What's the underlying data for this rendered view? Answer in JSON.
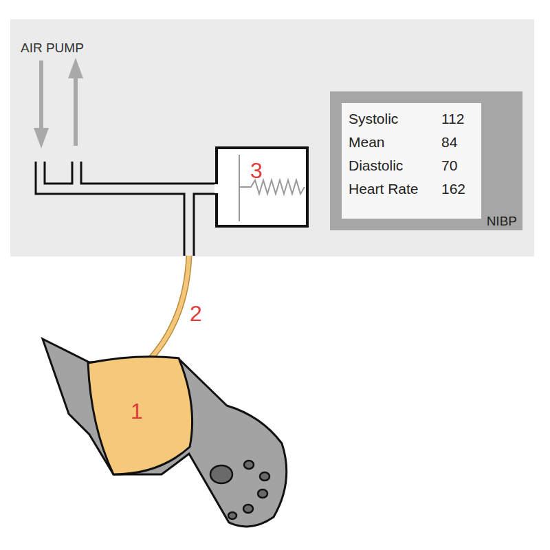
{
  "diagram": {
    "nodes": [
      {
        "text": [
          "NIBP"
        ]
      }
    ],
    "labels": [
      "AIR PUMP",
      "3",
      "2",
      "1",
      "Systolic",
      "112",
      "Mean",
      "84",
      "Diastolic",
      "70",
      "Heart Rate",
      "162"
    ]
  }
}
